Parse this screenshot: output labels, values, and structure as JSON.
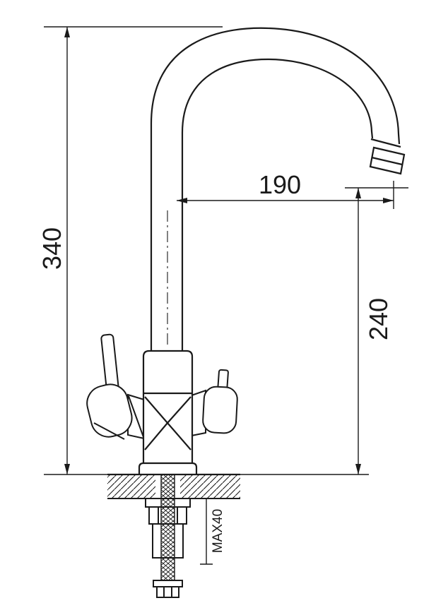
{
  "figure": {
    "labels": {
      "overall_height": "340",
      "spout_reach": "190",
      "spout_to_surface": "240",
      "max_surface_thickness": "MAX40"
    },
    "colors": {
      "line": "#1a1a1a",
      "background": "#ffffff"
    }
  }
}
